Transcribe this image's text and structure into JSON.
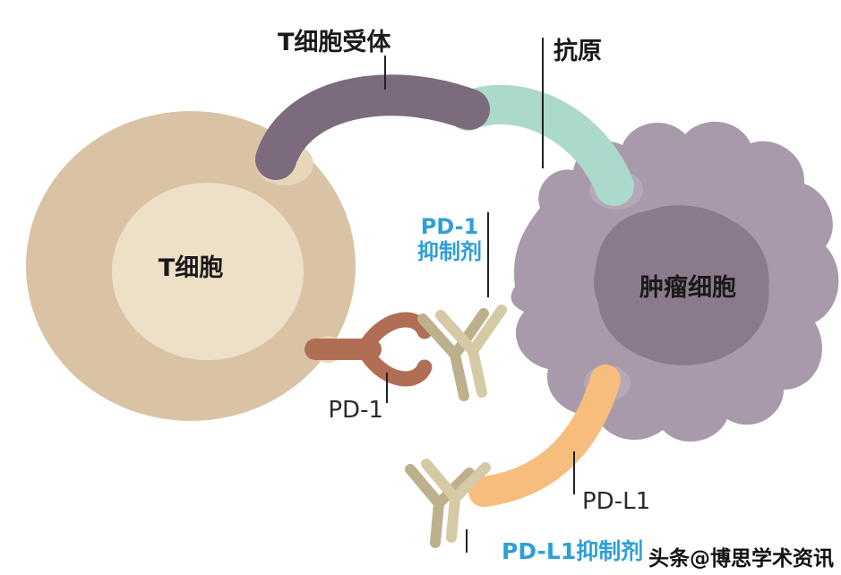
{
  "labels": {
    "tcr": "T细胞受体",
    "antigen": "抗原",
    "tcell": "T细胞",
    "tumor": "肿瘤细胞",
    "pd1": "PD-1",
    "pd1_inhibitor_line1": "PD-1",
    "pd1_inhibitor_line2": "抑制剂",
    "pdl1": "PD-L1",
    "pdl1_inhibitor": "PD-L1抑制剂",
    "watermark": "头条@博思学术资讯"
  },
  "colors": {
    "tcell_body": "#d9c3a4",
    "tcell_inner": "#eee0c7",
    "tcell_bump": "#e7d7ba",
    "tumor_body": "#a89aab",
    "tumor_inner": "#8b7a8c",
    "tumor_patch": "#b5a8b8",
    "tcr_arm": "#7c6b7d",
    "antigen_arm": "#abd9cb",
    "pd1_receptor": "#b06e55",
    "pdl1_arm": "#f7bd7c",
    "antibody_dark": "#bdb08c",
    "antibody_light": "#d5c9a6",
    "pointer_line": "#222222",
    "inhibitor_text": "#2f9fd8",
    "label_text": "#1a1a1a"
  }
}
